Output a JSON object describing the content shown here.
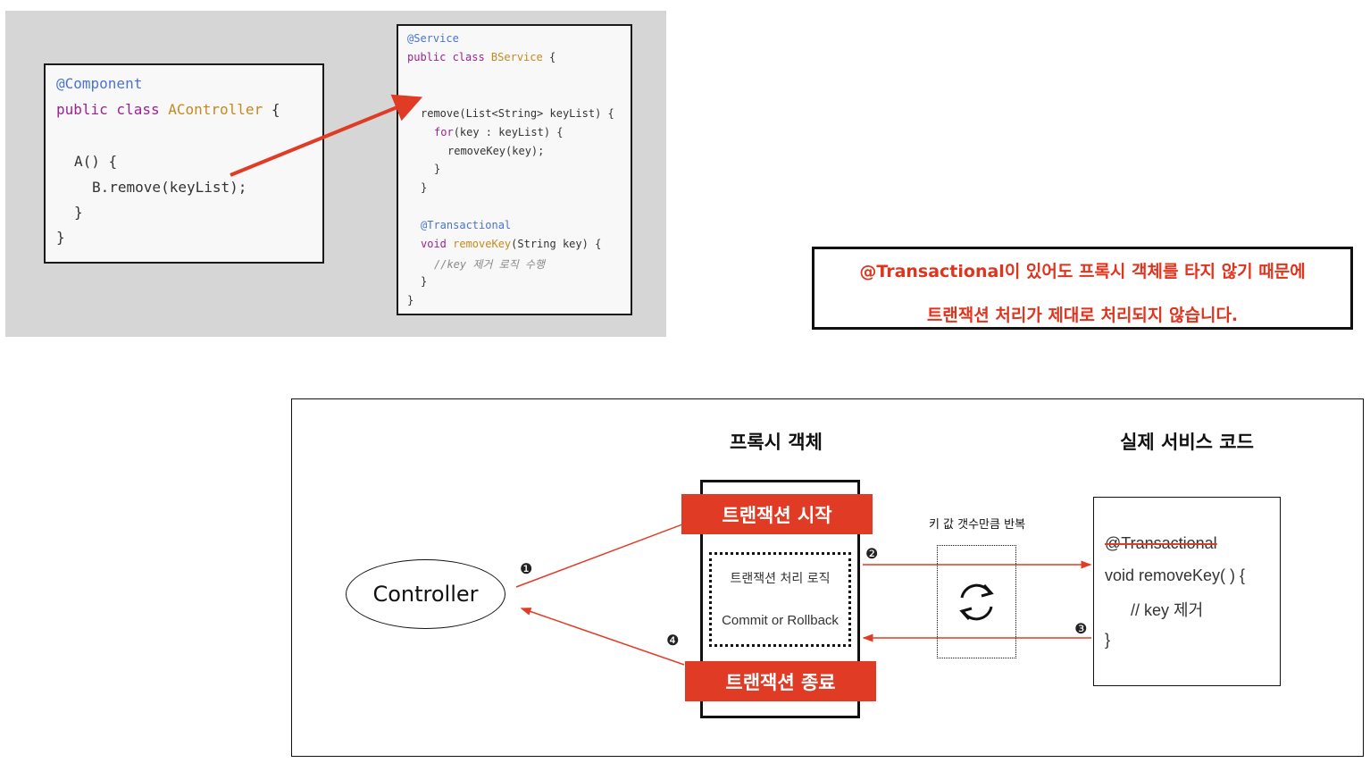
{
  "code_a": {
    "lines": [
      "@Component",
      "public class AController {",
      "",
      "A() {",
      "B.remove(keyList);",
      "}",
      "}"
    ]
  },
  "code_b": {
    "lines": [
      "@Service",
      "public class BService {",
      "",
      "",
      "remove(List<String> keyList) {",
      "for(key : keyList) {",
      "removeKey(key);",
      "}",
      "}",
      "",
      "@Transactional",
      "void removeKey(String key) {",
      "//key 제거 로직 수행",
      "}",
      "}"
    ]
  },
  "note": {
    "line1": "@Transactional이 있어도 프록시 객체를 타지 않기 때문에",
    "line2": "트랜잭션 처리가 제대로 처리되지 않습니다."
  },
  "diagram": {
    "proxy_heading": "프록시 객체",
    "service_heading": "실제 서비스 코드",
    "controller_label": "Controller",
    "tx_start": "트랜잭션 시작",
    "tx_end": "트랜잭션 종료",
    "tx_logic": "트랜잭션 처리 로직",
    "commit_rollback": "Commit or Rollback",
    "loop_label": "키 값 갯수만큼 반복",
    "steps": [
      "❶",
      "❷",
      "❸",
      "❹"
    ],
    "service_code": {
      "annotation": "@Transactional",
      "line1": "void removeKey( ) {",
      "line2": "// key 제거",
      "line3": "}"
    }
  },
  "colors": {
    "accent_red": "#e03b24",
    "annotation_blue": "#4a72d6",
    "keyword_purple": "#9b2393",
    "type_gold": "#c48a1e"
  },
  "icons": [
    "refresh-cycle-icon",
    "arrow-right-icon",
    "arrow-left-icon"
  ]
}
